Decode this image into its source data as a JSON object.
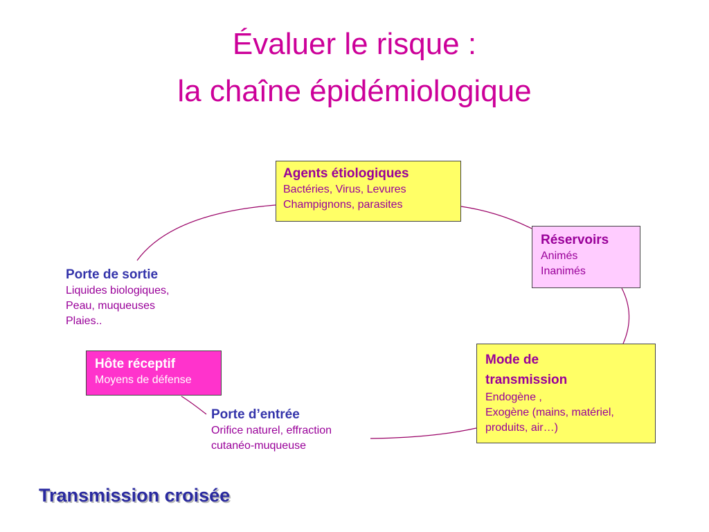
{
  "title": {
    "line1": "Évaluer le risque :",
    "line2": "la chaîne épidémiologique"
  },
  "nodes": {
    "agents": {
      "heading": "Agents étiologiques",
      "lines": [
        "Bactéries, Virus, Levures",
        "Champignons, parasites"
      ]
    },
    "reservoirs": {
      "heading": "Réservoirs",
      "lines": [
        "Animés",
        "Inanimés"
      ]
    },
    "mode": {
      "heading_lines": [
        "Mode de",
        "transmission"
      ],
      "lines": [
        "Endogène ,",
        "Exogène (mains, matériel,",
        "produits, air…)"
      ]
    },
    "porte_entree": {
      "heading": "Porte d’entrée",
      "lines": [
        "Orifice naturel, effraction",
        "cutanéo-muqueuse"
      ]
    },
    "hote": {
      "heading": "Hôte réceptif",
      "lines": [
        "Moyens de défense"
      ]
    },
    "porte_sortie": {
      "heading": "Porte de sortie",
      "lines": [
        "Liquides biologiques,",
        "Peau, muqueuses",
        "Plaies.."
      ]
    }
  },
  "footer": "Transmission croisée",
  "colors": {
    "title": "#cc0099",
    "box_yellow": "#ffff66",
    "box_pink": "#ffccff",
    "box_magenta": "#ff33cc",
    "text_purple": "#990099",
    "text_blue": "#3333aa",
    "connector": "#990066"
  }
}
